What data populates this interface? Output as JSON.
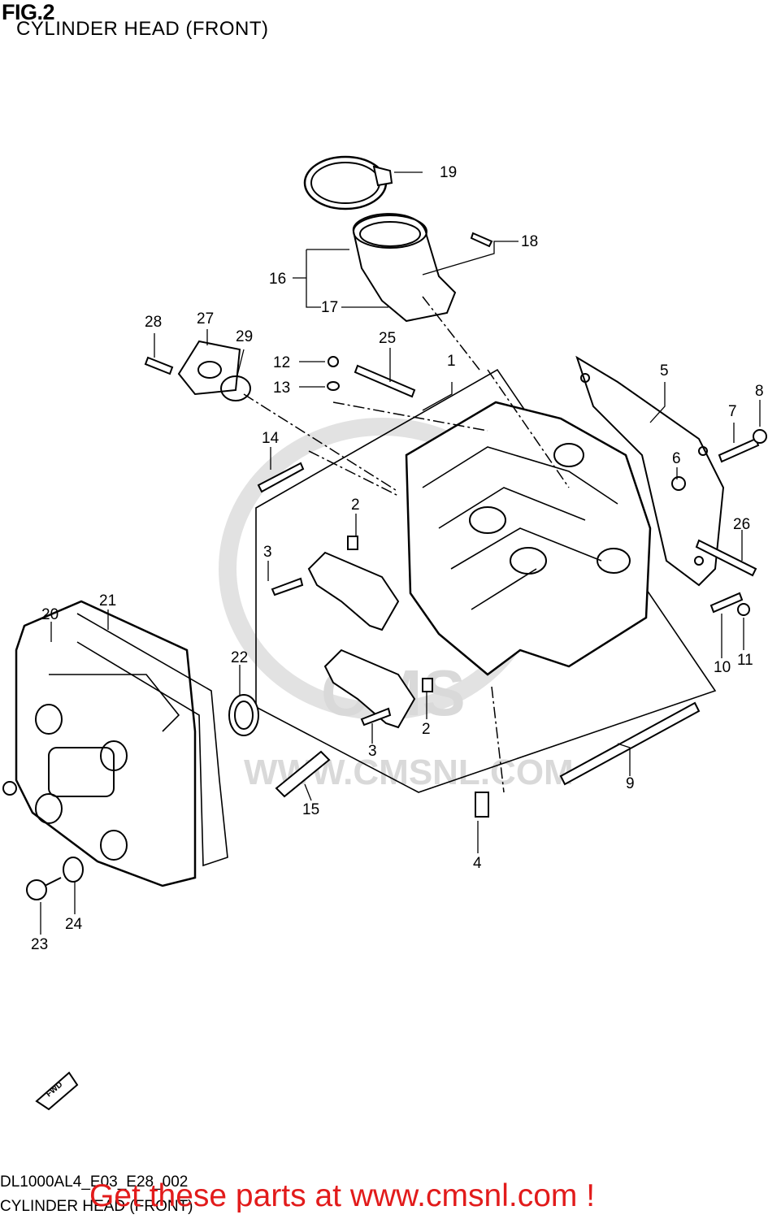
{
  "header": {
    "fig_label": "FIG.2",
    "subtitle": "CYLINDER HEAD (FRONT)"
  },
  "footer": {
    "code": "DL1000AL4_E03_E28_002",
    "subtitle": "CYLINDER HEAD (FRONT)",
    "cta": "Get these parts at www.cmsnl.com !"
  },
  "watermark": {
    "brand": "CMS",
    "url": "WWW.CMSNL.COM"
  },
  "fwd_label": "FWD",
  "callouts": [
    "1",
    "2",
    "2",
    "3",
    "3",
    "4",
    "5",
    "6",
    "7",
    "8",
    "9",
    "10",
    "11",
    "12",
    "13",
    "14",
    "15",
    "16",
    "17",
    "18",
    "19",
    "20",
    "21",
    "22",
    "23",
    "24",
    "25",
    "26",
    "27",
    "28",
    "29"
  ]
}
